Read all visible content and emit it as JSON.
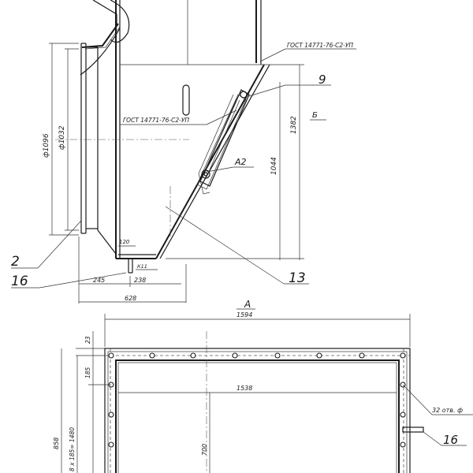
{
  "labels": {
    "weld_top": "ГОСТ 14771-76-С2-УП",
    "weld_mid": "ГОСТ 14771-76-С2-УП",
    "callout_9": "9",
    "callout_b": "Б",
    "callout_a2": "А2",
    "callout_2": "2",
    "callout_16": "16",
    "callout_13": "13",
    "callout_16b": "16",
    "view_a": "А",
    "holes": "32 отв. ф"
  },
  "dimensions": {
    "d_outer": "ф1096",
    "d_inner": "ф1032",
    "h_1382": "1382",
    "h_1044": "1044",
    "d_120": "120",
    "d_245": "245",
    "d_238": "238",
    "d_628": "628",
    "d_1594": "1594",
    "d_1538": "1538",
    "d_23": "23",
    "d_185": "185",
    "d_858": "858",
    "d_pitch": "8 х 185= 1480",
    "d_700": "700",
    "weld_k": "К11"
  }
}
